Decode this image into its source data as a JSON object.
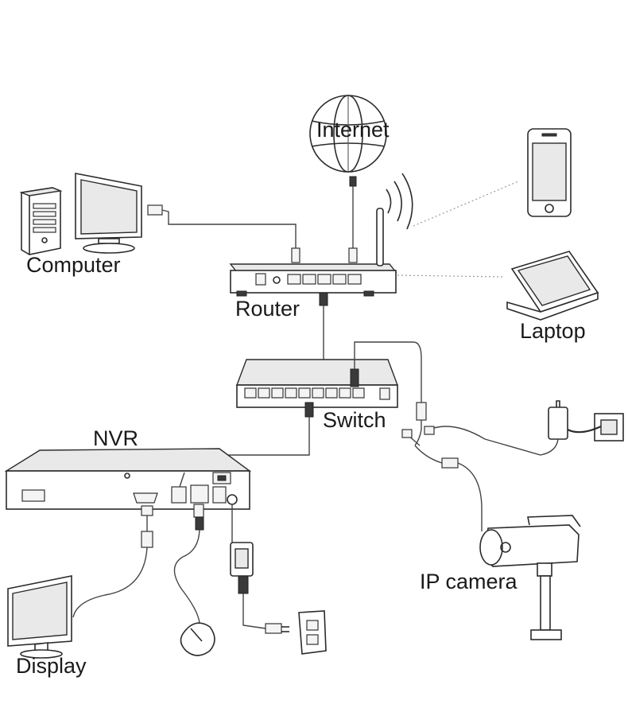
{
  "diagram": {
    "nodes": {
      "internet": "Internet",
      "computer": "Computer",
      "router": "Router",
      "laptop": "Laptop",
      "switch": "Switch",
      "nvr": "NVR",
      "ip_camera": "IP camera",
      "display": "Display"
    }
  }
}
